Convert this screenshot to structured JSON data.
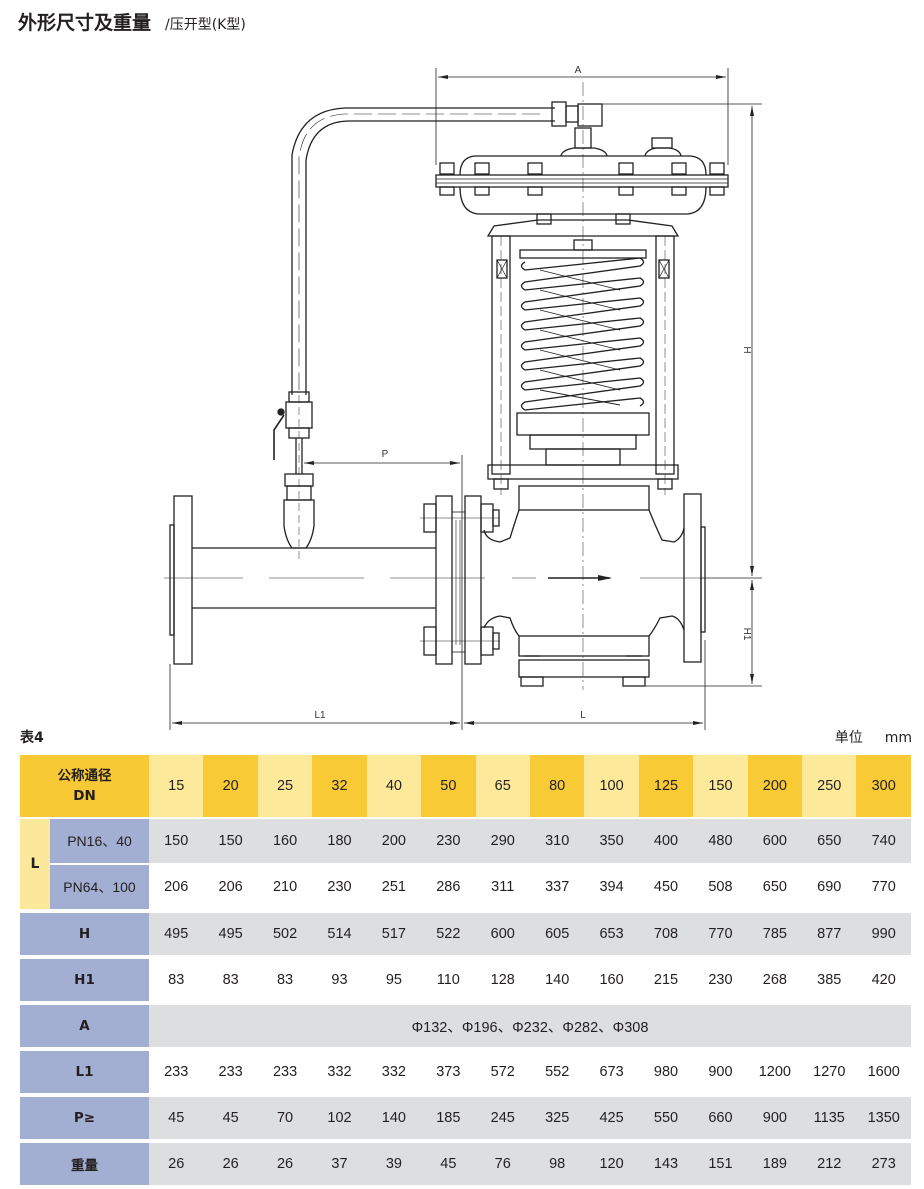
{
  "title": {
    "main": "外形尺寸及重量",
    "sub": "/压开型(K型)"
  },
  "drawing": {
    "labels": {
      "A": "A",
      "H": "H",
      "H1": "H1",
      "P": "P",
      "L": "L",
      "L1": "L1"
    }
  },
  "table": {
    "caption": "表4",
    "unit_label": "单位",
    "unit": "mm",
    "header": {
      "label_line1": "公称通径",
      "label_line2": "DN",
      "dn": [
        "15",
        "20",
        "25",
        "32",
        "40",
        "50",
        "65",
        "80",
        "100",
        "125",
        "150",
        "200",
        "250",
        "300"
      ]
    },
    "L": {
      "label": "L",
      "rows": [
        {
          "label": "PN16、40",
          "values": [
            "150",
            "150",
            "160",
            "180",
            "200",
            "230",
            "290",
            "310",
            "350",
            "400",
            "480",
            "600",
            "650",
            "740"
          ]
        },
        {
          "label": "PN64、100",
          "values": [
            "206",
            "206",
            "210",
            "230",
            "251",
            "286",
            "311",
            "337",
            "394",
            "450",
            "508",
            "650",
            "690",
            "770"
          ]
        }
      ]
    },
    "H": {
      "label": "H",
      "values": [
        "495",
        "495",
        "502",
        "514",
        "517",
        "522",
        "600",
        "605",
        "653",
        "708",
        "770",
        "785",
        "877",
        "990"
      ]
    },
    "H1": {
      "label": "H1",
      "values": [
        "83",
        "83",
        "83",
        "93",
        "95",
        "110",
        "128",
        "140",
        "160",
        "215",
        "230",
        "268",
        "385",
        "420"
      ]
    },
    "A": {
      "label": "A",
      "value": "Φ132、Φ196、Φ232、Φ282、Φ308"
    },
    "L1": {
      "label": "L1",
      "values": [
        "233",
        "233",
        "233",
        "332",
        "332",
        "373",
        "572",
        "552",
        "673",
        "980",
        "900",
        "1200",
        "1270",
        "1600"
      ]
    },
    "P": {
      "label": "P≥",
      "values": [
        "45",
        "45",
        "70",
        "102",
        "140",
        "185",
        "245",
        "325",
        "425",
        "550",
        "660",
        "900",
        "1135",
        "1350"
      ]
    },
    "weight": {
      "label": "重量",
      "values": [
        "26",
        "26",
        "26",
        "37",
        "39",
        "45",
        "76",
        "98",
        "120",
        "143",
        "151",
        "189",
        "212",
        "273"
      ]
    }
  }
}
